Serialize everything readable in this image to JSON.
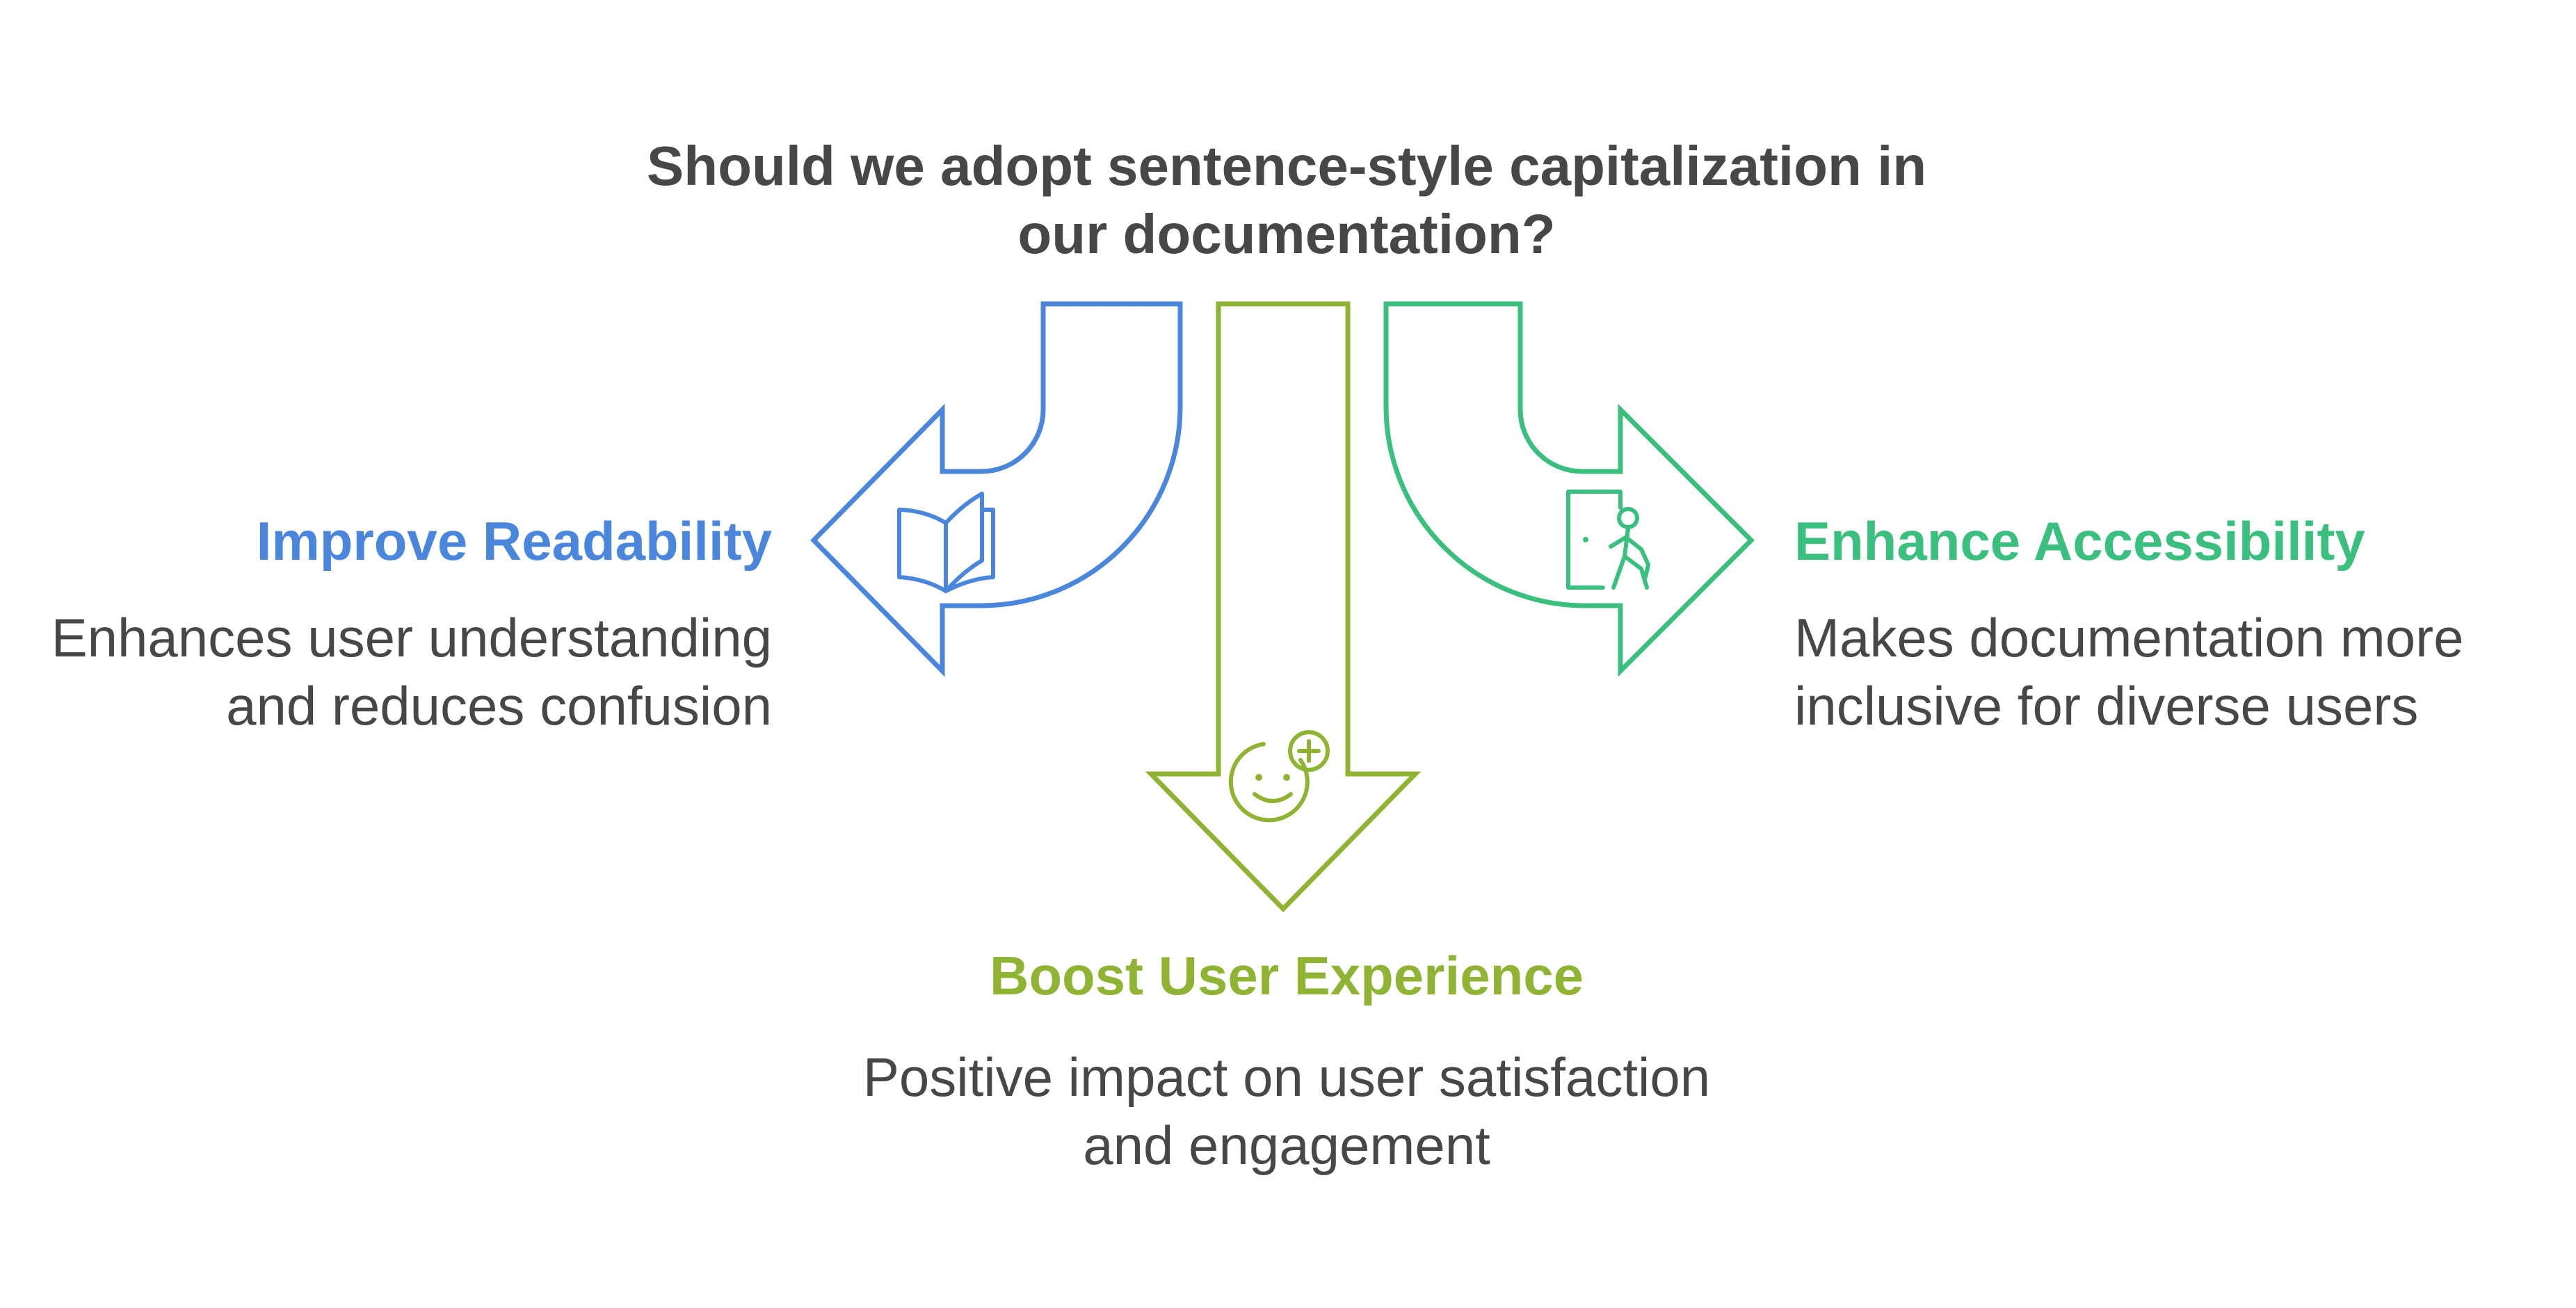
{
  "question": "Should we adopt sentence-style capitalization in our documentation?",
  "options": [
    {
      "title": "Improve Readability",
      "description": "Enhances user understanding and reduces confusion",
      "icon": "book-icon",
      "color": "#4a86dc"
    },
    {
      "title": "Boost User Experience",
      "description": "Positive impact on user satisfaction and engagement",
      "icon": "smiley-plus-icon",
      "color": "#8fb433"
    },
    {
      "title": "Enhance Accessibility",
      "description": "Makes documentation more inclusive for diverse users",
      "icon": "person-exit-door-icon",
      "color": "#3bbf7f"
    }
  ]
}
